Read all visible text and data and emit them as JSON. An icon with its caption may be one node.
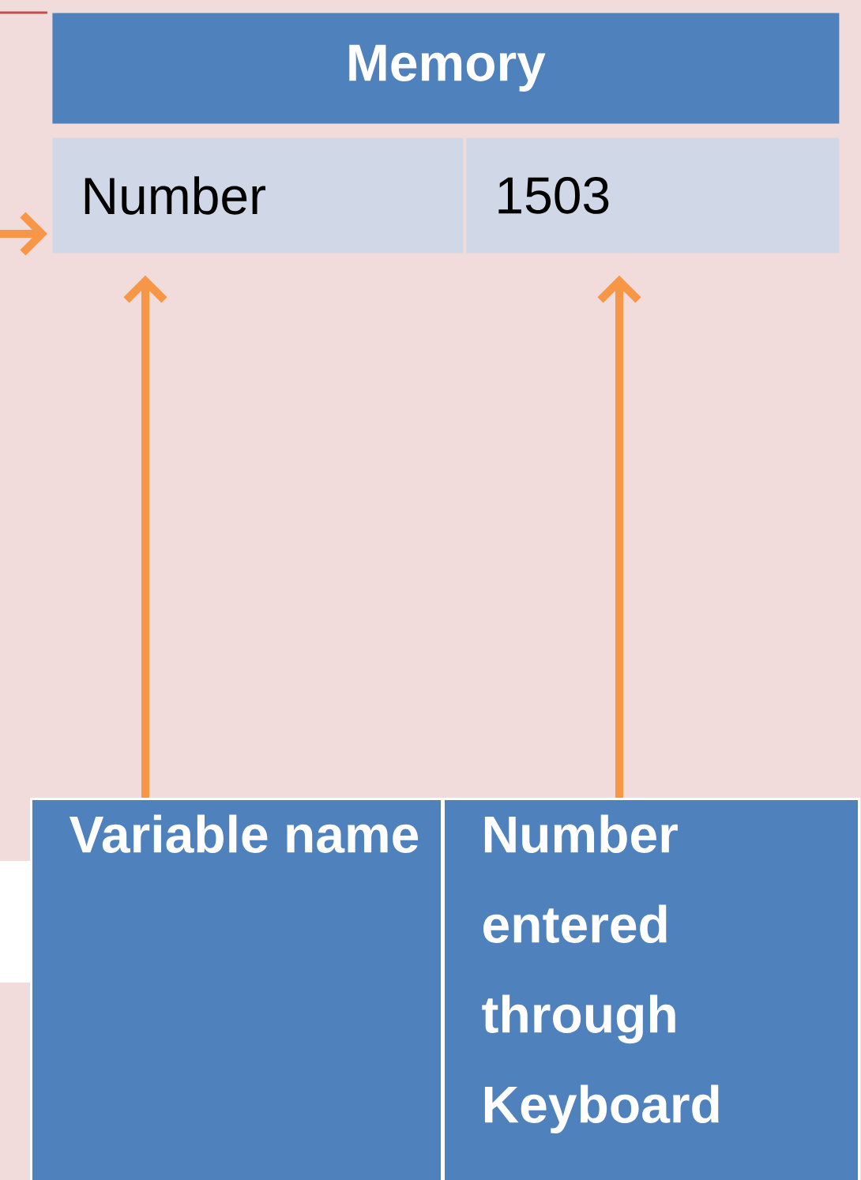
{
  "diagram": {
    "nodes": [
      {
        "text": [
          "Memory"
        ]
      },
      {
        "text": [
          "Number"
        ]
      },
      {
        "text": [
          "1503"
        ]
      },
      {
        "text": [
          "Variable name"
        ]
      },
      {
        "text": [
          "Number entered through Keyboard"
        ]
      }
    ],
    "edges": [
      {
        "from": null,
        "to": 1,
        "arrow": "to"
      },
      {
        "from": 3,
        "to": 1,
        "arrow": "to"
      },
      {
        "from": 4,
        "to": 2,
        "arrow": "to"
      }
    ]
  }
}
